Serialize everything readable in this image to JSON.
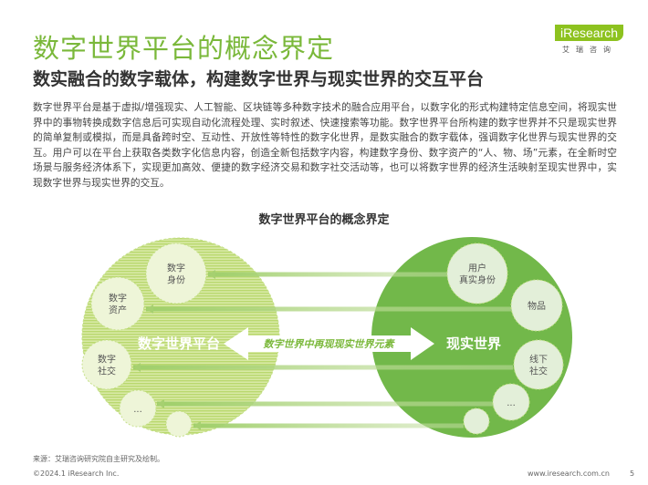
{
  "header": {
    "title": "数字世界平台的概念界定",
    "subtitle": "数实融合的数字载体，构建数字世界与现实世界的交互平台",
    "logo_brand": "iResearch",
    "logo_cn": "艾瑞咨询"
  },
  "body_text": "数字世界平台是基于虚拟/增强现实、人工智能、区块链等多种数字技术的融合应用平台，以数字化的形式构建特定信息空间，将现实世界中的事物转换成数字信息后可实现自动化流程处理、实时叙述、快速搜索等功能。数字世界平台所构建的数字世界并不只是现实世界的简单复制或模拟，而是具备跨时空、互动性、开放性等特性的数字化世界，是数实融合的数字载体，强调数字化世界与现实世界的交互。用户可以在平台上获取各类数字化信息内容，创造全新包括数字内容，构建数字身份、数字资产的“人、物、场”元素，在全新时空场景与服务经济体系下，实现更加高效、便捷的数字经济交易和数字社交活动等，也可以将数字世界的经济生活映射至现实世界中，实现数字世界与现实世界的交互。",
  "diagram": {
    "title": "数字世界平台的概念界定",
    "left_label": "数字世界平台",
    "right_label": "现实世界",
    "arrow_label": "数字世界中再现现实世界元素",
    "left_items": [
      "数字\n身份",
      "数字\n资产",
      "数字\n社交",
      "..."
    ],
    "right_items": [
      "用户\n真实身份",
      "物品",
      "线下\n社交",
      "..."
    ],
    "colors": {
      "light": "#c5e08a",
      "dark": "#72b84a",
      "bubble_left": "#eef5d8",
      "bubble_right": "#e3efd9"
    }
  },
  "footer": {
    "source": "来源：艾瑞咨询研究院自主研究及绘制。",
    "copyright": "©2024.1 iResearch Inc.",
    "url": "www.iresearch.com.cn",
    "page": "5"
  }
}
